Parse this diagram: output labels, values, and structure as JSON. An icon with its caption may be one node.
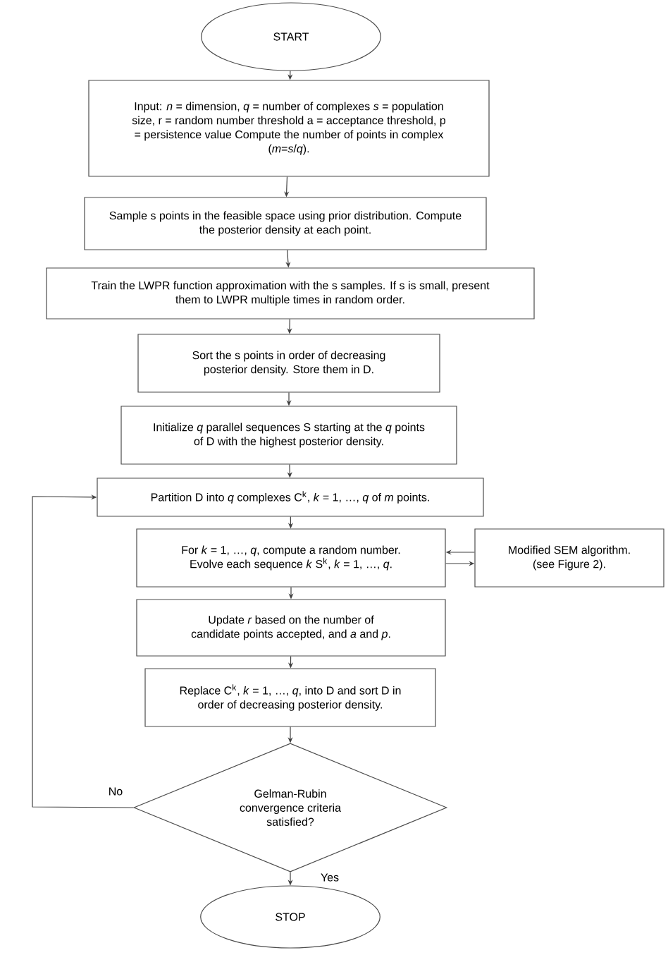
{
  "diagram": {
    "nodes": [
      {
        "text": [
          "START"
        ]
      },
      {
        "text": [
          "Input:  *n* = dimension, *q* = number of complexes *s* = population size, r = random number threshold a = acceptance threshold, p = persistence value Compute the number of points in complex (*m*=*s*/*q*)."
        ]
      },
      {
        "text": [
          "Sample s points in the feasible space using prior distribution. Compute the posterior density at each point."
        ]
      },
      {
        "text": [
          "Train the LWPR function approximation with the s samples. If s is small, present them to LWPR multiple times in random order."
        ]
      },
      {
        "text": [
          "Sort the s points in order of decreasing posterior density. Store them in D."
        ]
      },
      {
        "text": [
          "Initialize *q* parallel sequences S starting at the *q* points of D with the highest posterior density."
        ]
      },
      {
        "text": [
          "Partition D into *q* complexes C$^{k}$, *k* = 1, …, *q* of *m* points."
        ]
      },
      {
        "text": [
          "For *k* = 1, …, *q*, compute a random number. Evolve each sequence *k* S$^{k}$, *k* = 1, …, *q*."
        ]
      },
      {
        "text": [
          "Modified SEM algorithm. (see Figure 2)."
        ]
      },
      {
        "text": [
          "Update *r* based on the number of candidate points accepted, and *a* and *p*."
        ]
      },
      {
        "text": [
          "Replace C$^{k}$, *k* = 1, …, *q*, into D and sort D in order of decreasing posterior density."
        ]
      },
      {
        "text": [
          "Gelman-Rubin convergence criteria satisfied?"
        ]
      },
      {
        "text": [
          "STOP"
        ]
      }
    ],
    "edges": [
      {
        "from": 0,
        "to": 1,
        "arrow": "to"
      },
      {
        "from": 1,
        "to": 2,
        "arrow": "to"
      },
      {
        "from": 2,
        "to": 3,
        "arrow": "to"
      },
      {
        "from": 3,
        "to": 4,
        "arrow": "to"
      },
      {
        "from": 4,
        "to": 5,
        "arrow": "to"
      },
      {
        "from": 5,
        "to": 6,
        "arrow": "to"
      },
      {
        "from": 6,
        "to": 7,
        "arrow": "to"
      },
      {
        "from": 7,
        "to": 8,
        "arrow": "to"
      },
      {
        "from": 8,
        "to": 7,
        "arrow": "to"
      },
      {
        "from": 7,
        "to": 9,
        "arrow": "to"
      },
      {
        "from": 9,
        "to": 10,
        "arrow": "to"
      },
      {
        "from": 10,
        "to": 11,
        "arrow": "to"
      },
      {
        "from": 11,
        "to": 6,
        "arrow": "to",
        "label": "No"
      },
      {
        "from": 11,
        "to": 12,
        "arrow": "to",
        "label": "Yes"
      }
    ]
  }
}
